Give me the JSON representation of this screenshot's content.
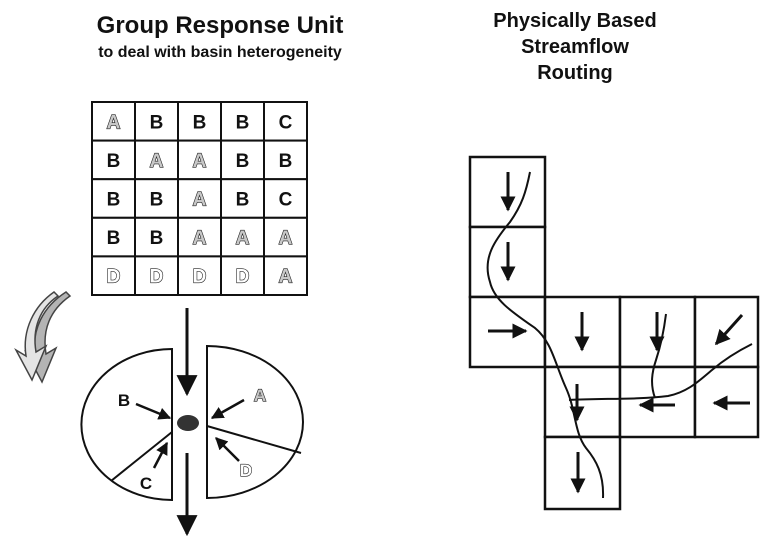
{
  "left": {
    "title": "Group Response Unit",
    "subtitle": "to deal with basin heterogeneity",
    "grid": [
      [
        "A",
        "B",
        "B",
        "B",
        "C"
      ],
      [
        "B",
        "A",
        "A",
        "B",
        "B"
      ],
      [
        "B",
        "B",
        "A",
        "B",
        "C"
      ],
      [
        "B",
        "B",
        "A",
        "A",
        "A"
      ],
      [
        "D",
        "D",
        "D",
        "D",
        "A"
      ]
    ],
    "pie_labels": {
      "b": "B",
      "a": "A",
      "c": "C",
      "d": "D"
    }
  },
  "right": {
    "title_lines": [
      "Physically Based",
      "Streamflow",
      "Routing"
    ],
    "cells": [
      {
        "id": "r0c0",
        "arrow": "down"
      },
      {
        "id": "r1c0",
        "arrow": "down"
      },
      {
        "id": "r2c0",
        "arrow": "right"
      },
      {
        "id": "r2c1",
        "arrow": "down"
      },
      {
        "id": "r2c2",
        "arrow": "down"
      },
      {
        "id": "r2c3",
        "arrow": "down-left"
      },
      {
        "id": "r3c1",
        "arrow": "down"
      },
      {
        "id": "r3c2",
        "arrow": "left"
      },
      {
        "id": "r3c3",
        "arrow": "left"
      },
      {
        "id": "r4c1",
        "arrow": "down"
      }
    ]
  },
  "colors": {
    "ink": "#111111",
    "light_gray": "#c8c8c8",
    "curved_arrow": "#999999"
  }
}
